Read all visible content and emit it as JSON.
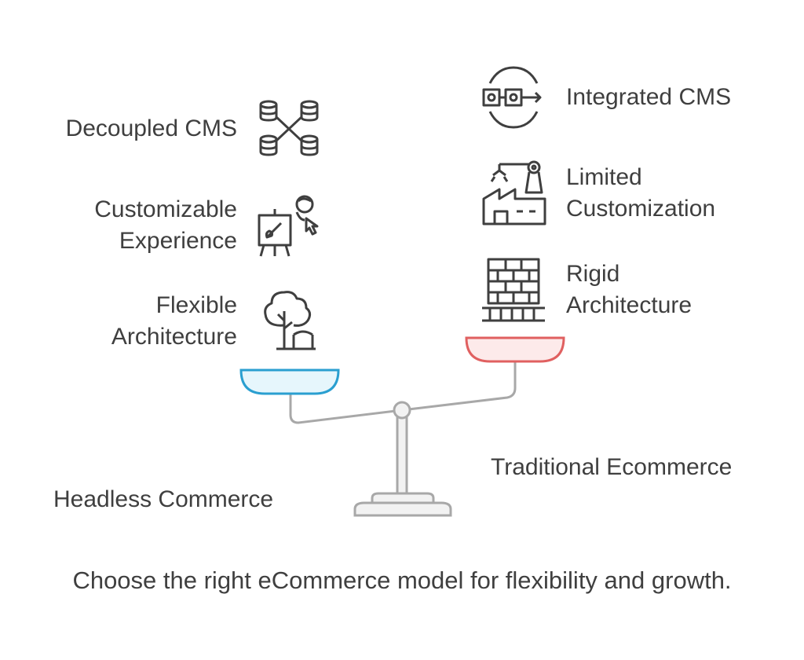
{
  "left_side": {
    "items": [
      {
        "label": "Decoupled CMS",
        "icon": "database-network-icon"
      },
      {
        "label": "Customizable\nExperience",
        "icon": "easel-designer-icon"
      },
      {
        "label": "Flexible\nArchitecture",
        "icon": "tree-icon"
      }
    ],
    "title": "Headless Commerce",
    "pan_color": "#e6f6fc",
    "pan_stroke": "#2a9fd0"
  },
  "right_side": {
    "items": [
      {
        "label": "Integrated CMS",
        "icon": "integrated-circuit-icon"
      },
      {
        "label": "Limited\nCustomization",
        "icon": "factory-robot-icon"
      },
      {
        "label": "Rigid\nArchitecture",
        "icon": "brick-wall-icon"
      }
    ],
    "title": "Traditional Ecommerce",
    "pan_color": "#fdeaea",
    "pan_stroke": "#e06060"
  },
  "caption": "Choose the right eCommerce model for flexibility and growth.",
  "colors": {
    "text": "#3f3f3f",
    "scale_stroke": "#a8a8a8",
    "scale_fill": "#f0f0f0",
    "icon_stroke": "#3f3f3f"
  }
}
